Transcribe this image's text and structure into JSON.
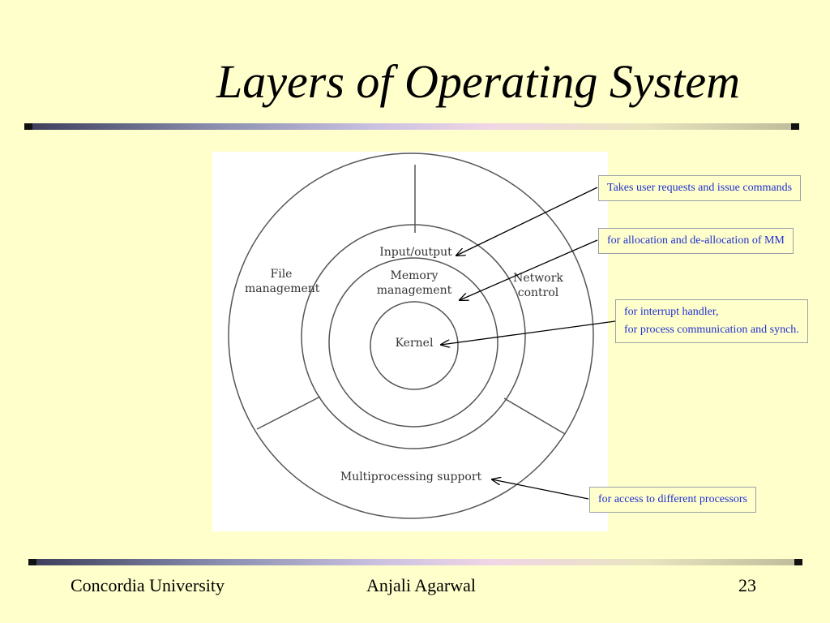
{
  "slide": {
    "title": "Layers of Operating System"
  },
  "diagram": {
    "labels": {
      "file_management_1": "File",
      "file_management_2": "management",
      "input_output": "Input/output",
      "memory_management_1": "Memory",
      "memory_management_2": "management",
      "network_control_1": "Network",
      "network_control_2": "control",
      "kernel": "Kernel",
      "multiprocessing": "Multiprocessing support"
    },
    "callouts": {
      "user_requests": "Takes user requests and issue commands",
      "memory_allocation": "for allocation and de-allocation of MM",
      "interrupt_line1": "for interrupt handler,",
      "interrupt_line2": "for process communication and synch.",
      "processors": "for access to different processors"
    },
    "colors": {
      "callout_text": "#1f2fd0",
      "background": "#ffffcc"
    }
  },
  "footer": {
    "university": "Concordia University",
    "author": "Anjali Agarwal",
    "page_number": "23"
  }
}
